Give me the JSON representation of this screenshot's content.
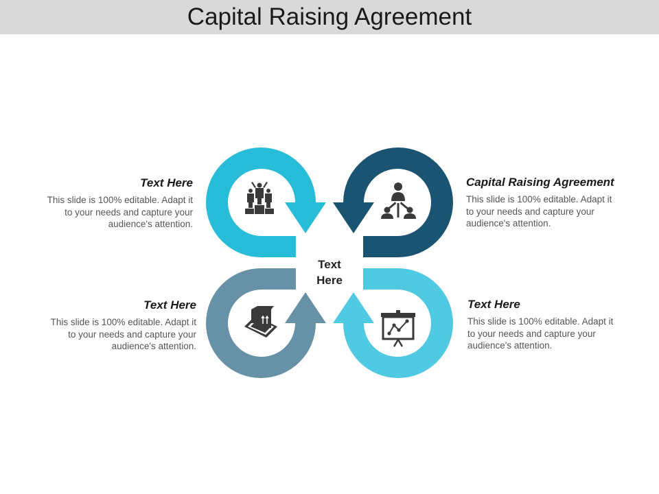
{
  "title": "Capital Raising Agreement",
  "center_text": [
    "Text",
    "Here"
  ],
  "colors": {
    "top_left": "#27bcd8",
    "top_right": "#1b5472",
    "bottom_left": "#6691a7",
    "bottom_right": "#50c9e2",
    "icon": "#3a3a3a",
    "title_bar": "#d9d9d9"
  },
  "blocks": {
    "top_left": {
      "heading": "Text Here",
      "body": [
        "This slide is 100% editable. Adapt it",
        "to your needs and capture your",
        "audience's attention."
      ],
      "icon": "podium-winners-icon"
    },
    "top_right": {
      "heading": "Capital Raising Agreement",
      "body": [
        "This slide is 100% editable. Adapt it",
        "to your needs and capture your",
        "audience's attention."
      ],
      "icon": "team-hierarchy-icon"
    },
    "bottom_left": {
      "heading": "Text Here",
      "body": [
        "This slide is 100% editable. Adapt it",
        "to your needs and capture your",
        "audience's attention."
      ],
      "icon": "package-pallet-icon"
    },
    "bottom_right": {
      "heading": "Text Here",
      "body": [
        "This slide is 100% editable. Adapt it",
        "to your needs and capture your",
        "audience's attention."
      ],
      "icon": "presentation-chart-icon"
    }
  }
}
